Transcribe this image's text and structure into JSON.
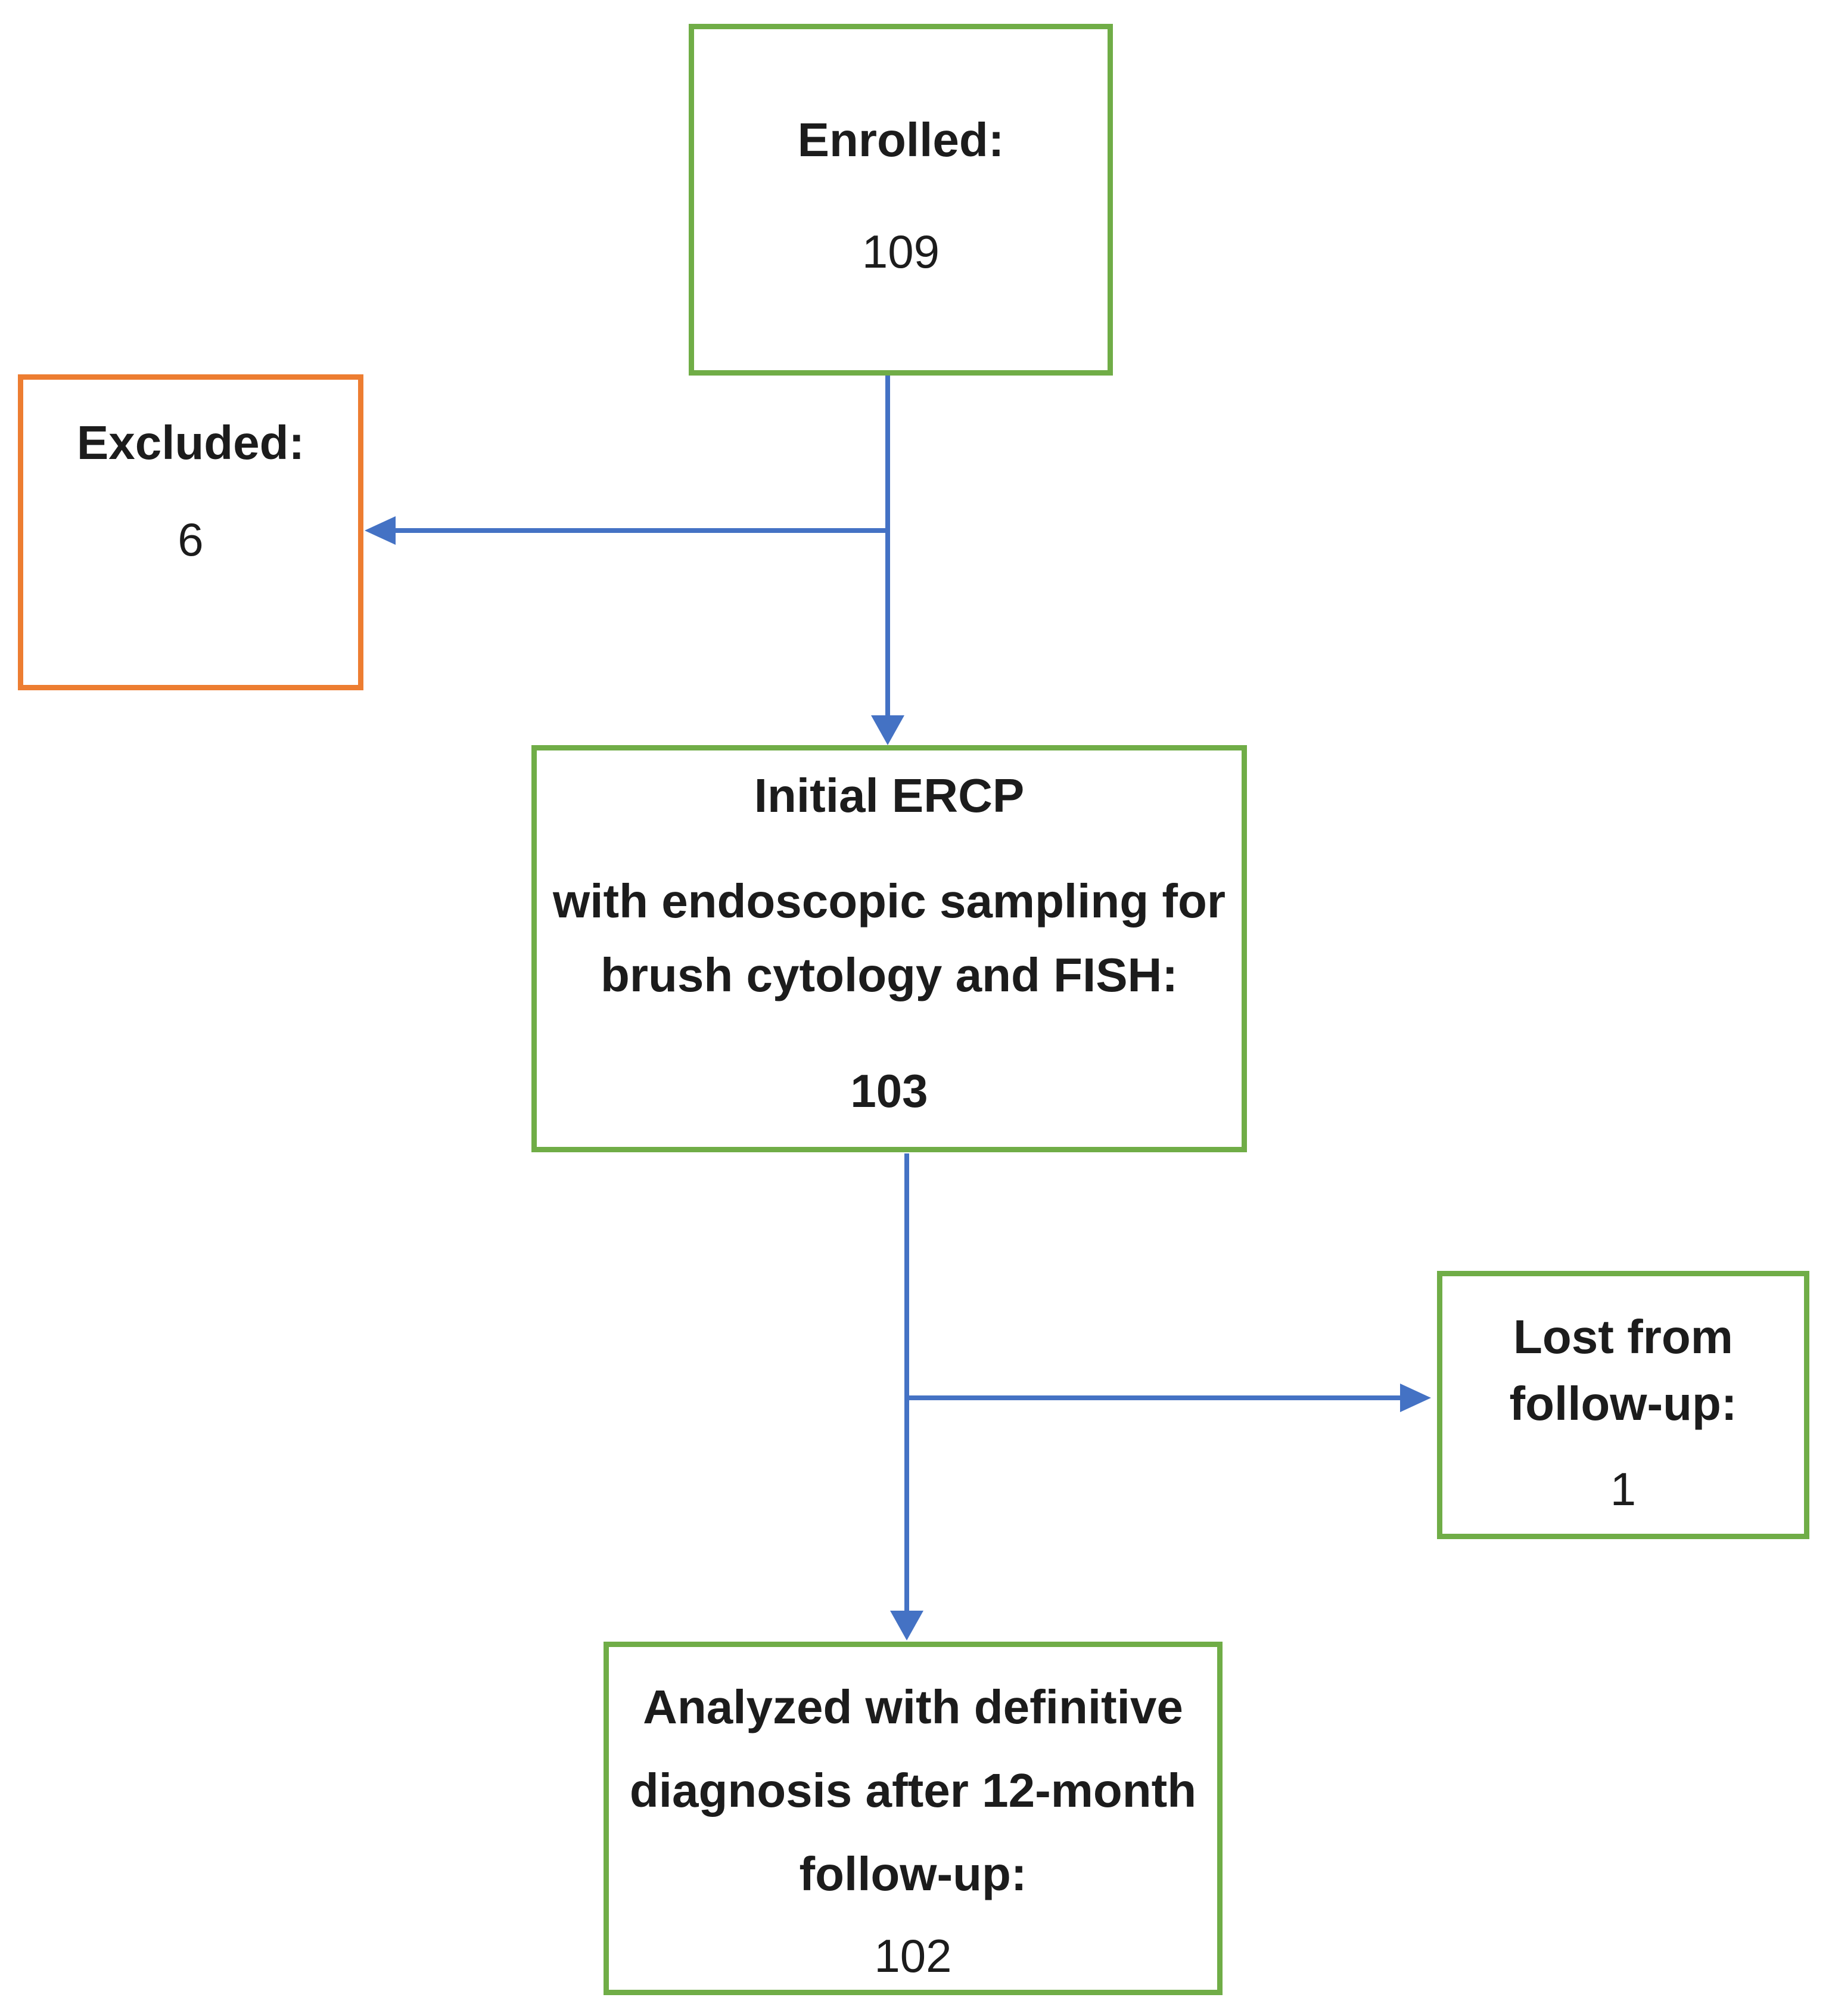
{
  "figure": {
    "type": "flowchart",
    "background": "#ffffff",
    "colors": {
      "box_green": "#70AD47",
      "box_orange": "#ED7D31",
      "arrow_blue": "#4472C4",
      "text": "#1c1c1c"
    },
    "boxes": {
      "enrolled": {
        "title": "Enrolled:",
        "value": "109"
      },
      "excluded": {
        "title": "Excluded:",
        "value": "6"
      },
      "initial_ercp": {
        "title": "Initial ERCP",
        "body": "with endoscopic sampling for\nbrush cytology and FISH:",
        "value": "103"
      },
      "lost_followup": {
        "title": "Lost from\nfollow-up:",
        "value": "1"
      },
      "analyzed": {
        "title": "Analyzed with definitive\ndiagnosis after 12-month\nfollow-up:",
        "value": "102"
      }
    },
    "arrows": [
      {
        "from": "enrolled",
        "to": "initial_ercp",
        "direction": "down"
      },
      {
        "from": "enrolled",
        "to": "excluded",
        "direction": "left"
      },
      {
        "from": "initial_ercp",
        "to": "analyzed",
        "direction": "down"
      },
      {
        "from": "initial_ercp",
        "to": "lost_followup",
        "direction": "right"
      }
    ]
  }
}
